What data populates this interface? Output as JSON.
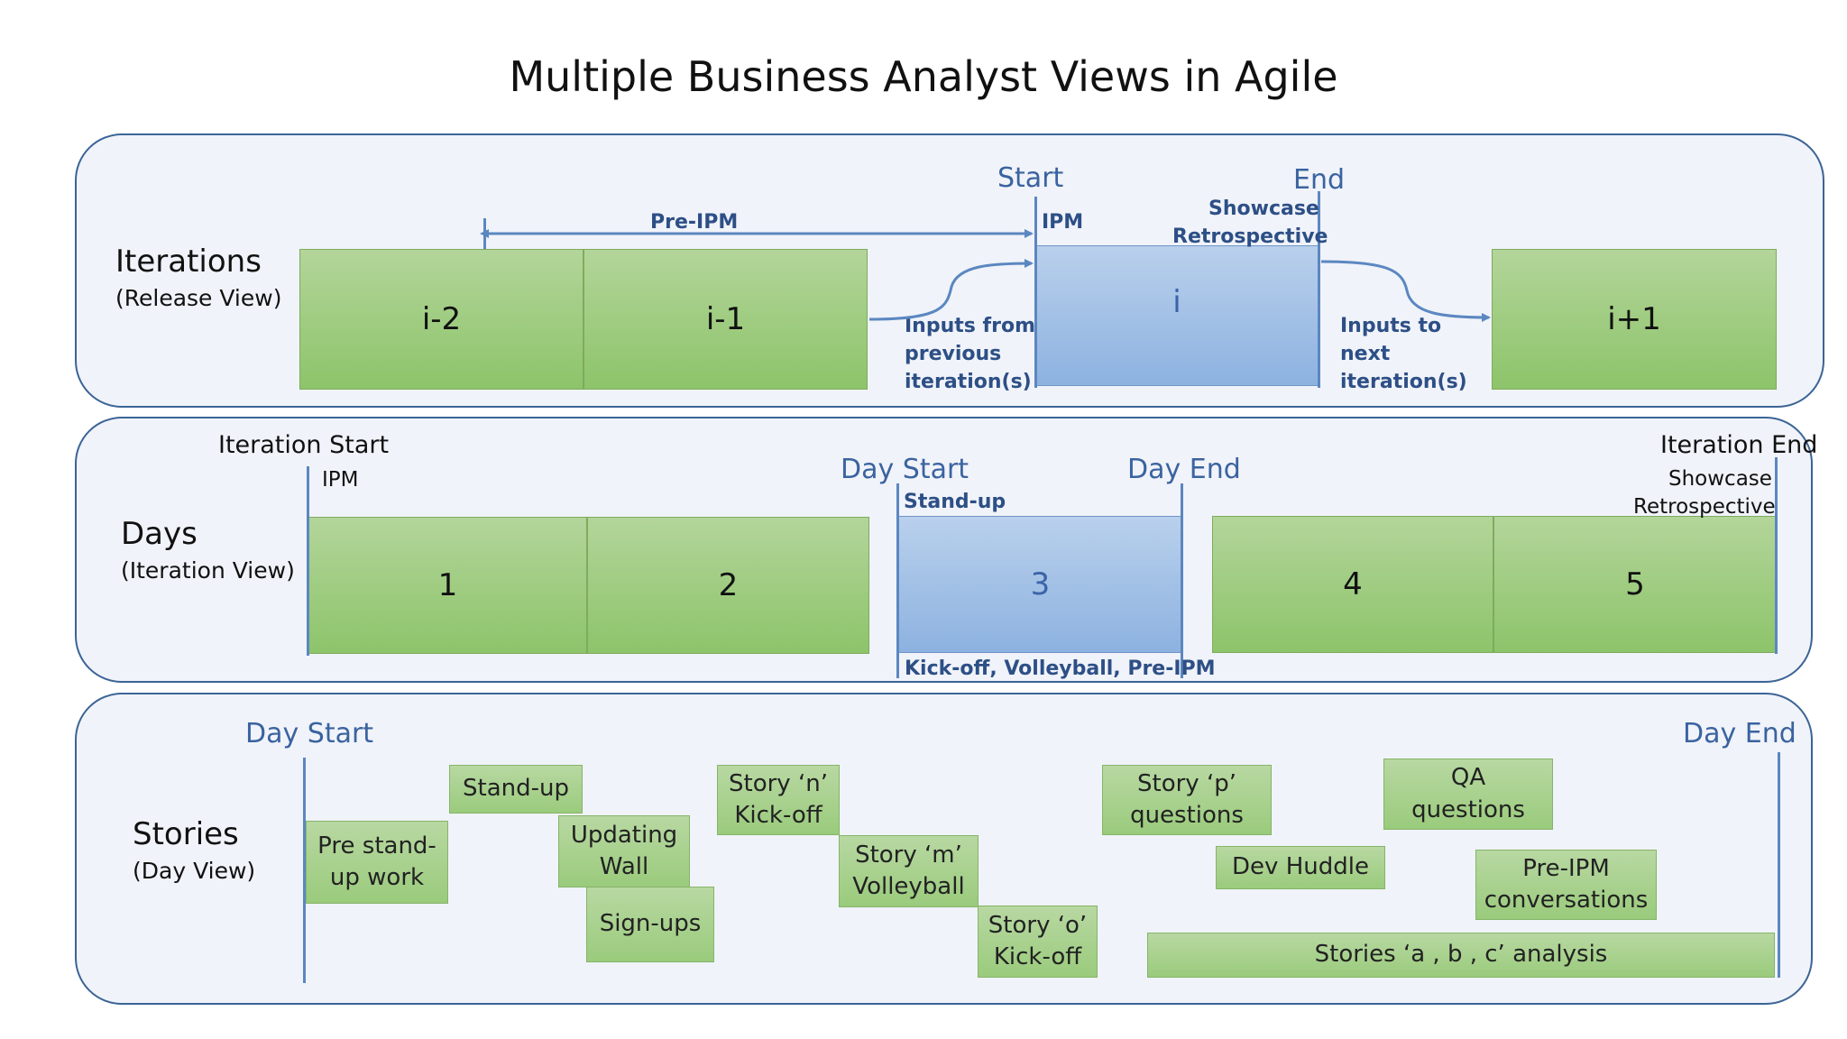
{
  "title": "Multiple Business Analyst Views in Agile",
  "iterations": {
    "label": "Iterations",
    "sublabel": "(Release View)",
    "boxes": [
      "i-2",
      "i-1",
      "i",
      "i+1"
    ],
    "start": "Start",
    "end": "End",
    "pre_ipm": "Pre-IPM",
    "ipm": "IPM",
    "showcase": "Showcase",
    "retrospective": "Retrospective",
    "inputs_from": [
      "Inputs from",
      "previous",
      "iteration(s)"
    ],
    "inputs_to": [
      "Inputs to",
      "next",
      "iteration(s)"
    ]
  },
  "days": {
    "label": "Days",
    "sublabel": "(Iteration View)",
    "boxes": [
      "1",
      "2",
      "3",
      "4",
      "5"
    ],
    "iteration_start": "Iteration Start",
    "iteration_end": "Iteration End",
    "ipm": "IPM",
    "day_start": "Day Start",
    "day_end": "Day End",
    "standup": "Stand-up",
    "kickoff": "Kick-off, Volleyball, Pre-IPM",
    "showcase": "Showcase",
    "retrospective": "Retrospective"
  },
  "stories": {
    "label": "Stories",
    "sublabel": "(Day View)",
    "day_start": "Day Start",
    "day_end": "Day End",
    "items": {
      "pre_standup": [
        "Pre stand-",
        "up work"
      ],
      "standup": "Stand-up",
      "updating_wall": [
        "Updating",
        "Wall"
      ],
      "signups": "Sign-ups",
      "story_n": [
        "Story ‘n’",
        "Kick-off"
      ],
      "story_m": [
        "Story ‘m’",
        "Volleyball"
      ],
      "story_o": [
        "Story ‘o’",
        "Kick-off"
      ],
      "story_p": [
        "Story ‘p’",
        "questions"
      ],
      "dev_huddle": "Dev Huddle",
      "qa": [
        "QA",
        "questions"
      ],
      "pre_ipm_conv": [
        "Pre-IPM",
        "conversations"
      ],
      "stories_abc": "Stories ‘a , b , c’ analysis"
    }
  },
  "colors": {
    "border": "#3b6496",
    "green": "#9ccb7c",
    "blue": "#8db2e0",
    "panel": "#f0f3f9"
  }
}
